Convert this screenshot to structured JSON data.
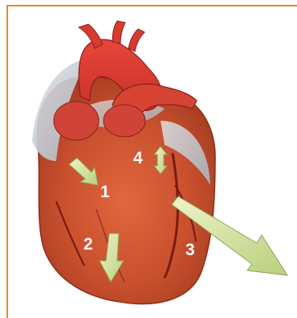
{
  "image": {
    "subject": "heart",
    "frame_color": "#e58a2a",
    "arrow_color": "#d8e8a0",
    "label_color": "#ffffff"
  },
  "labels": [
    {
      "id": "1",
      "text": "1"
    },
    {
      "id": "2",
      "text": "2"
    },
    {
      "id": "3",
      "text": "3"
    },
    {
      "id": "4",
      "text": "4"
    }
  ]
}
